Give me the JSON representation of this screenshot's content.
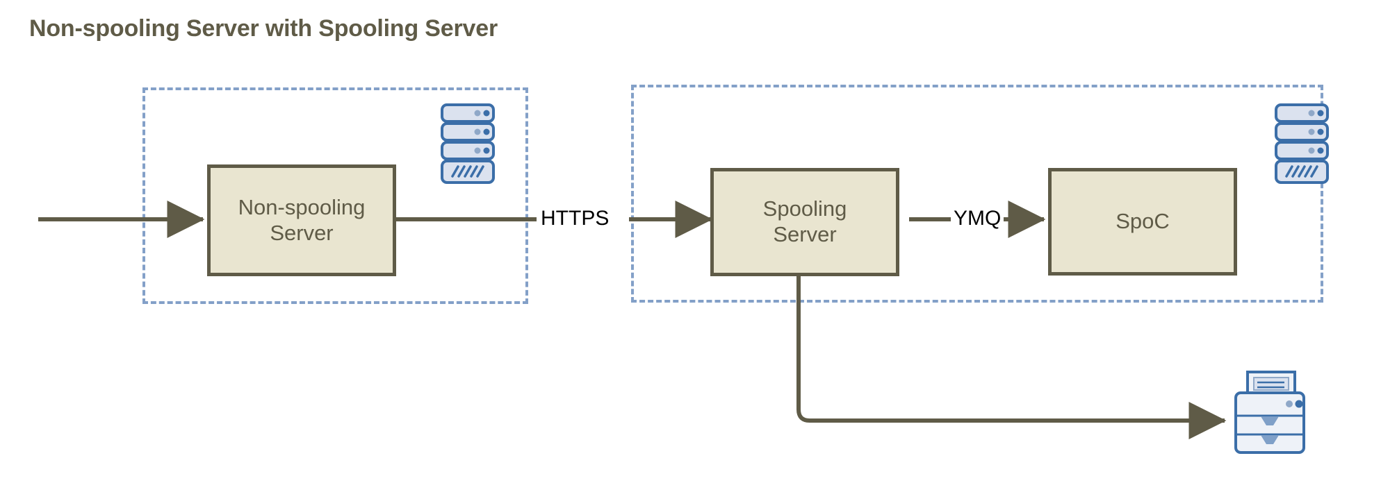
{
  "title": "Non-spooling Server with Spooling Server",
  "colors": {
    "title_text": "#5f5b47",
    "box_fill": "#e9e5d0",
    "box_stroke": "#5f5b47",
    "zone_dash": "#83a0c8",
    "line": "#5f5b47",
    "label_text": "#000000",
    "icon_stroke": "#3b6ea8",
    "icon_fill": "#dbe2ef",
    "page_background": "#ffffff"
  },
  "zones": [
    {
      "name": "left-boundary",
      "label": ""
    },
    {
      "name": "right-boundary",
      "label": ""
    }
  ],
  "nodes": {
    "non_spooling_server": {
      "line1": "Non-spooling",
      "line2": "Server"
    },
    "spooling_server": {
      "line1": "Spooling",
      "line2": "Server"
    },
    "spoc": {
      "line1": "SpoC",
      "line2": ""
    }
  },
  "edges": {
    "https": "HTTPS",
    "ymq": "YMQ"
  },
  "icons": {
    "left_server": "server-rack-icon",
    "right_server": "server-rack-icon",
    "printer": "printer-icon"
  }
}
